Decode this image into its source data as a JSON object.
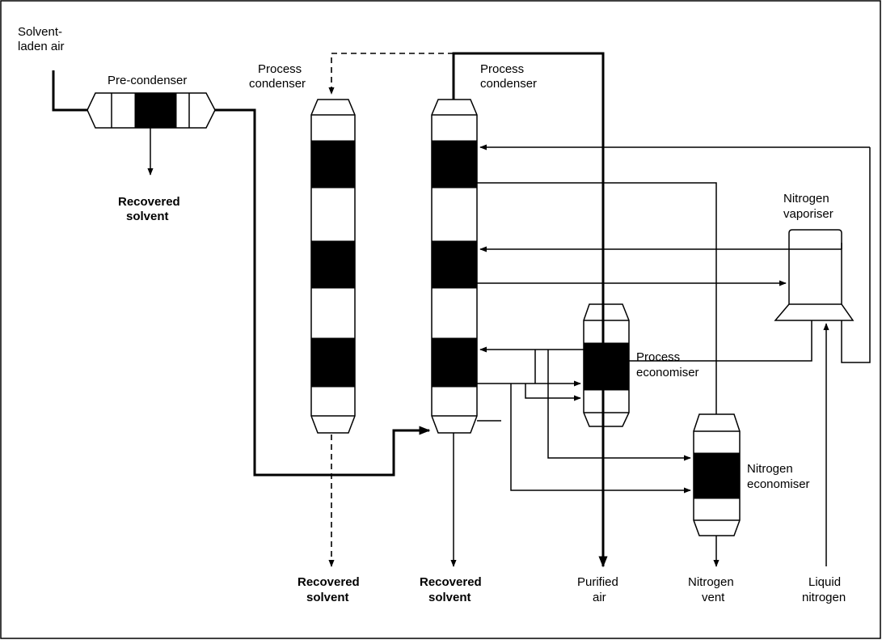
{
  "labels": {
    "solvent_laden_air_1": "Solvent-",
    "solvent_laden_air_2": "laden air",
    "pre_condenser": "Pre-condenser",
    "recovered_solvent_1a": "Recovered",
    "recovered_solvent_1b": "solvent",
    "process_condenser_left_1": "Process",
    "process_condenser_left_2": "condenser",
    "process_condenser_right_1": "Process",
    "process_condenser_right_2": "condenser",
    "nitrogen_vaporiser_1": "Nitrogen",
    "nitrogen_vaporiser_2": "vaporiser",
    "process_economiser_1": "Process",
    "process_economiser_2": "economiser",
    "nitrogen_economiser_1": "Nitrogen",
    "nitrogen_economiser_2": "economiser",
    "recovered_solvent_2a": "Recovered",
    "recovered_solvent_2b": "solvent",
    "recovered_solvent_3a": "Recovered",
    "recovered_solvent_3b": "solvent",
    "purified_air_1": "Purified",
    "purified_air_2": "air",
    "nitrogen_vent_1": "Nitrogen",
    "nitrogen_vent_2": "vent",
    "liquid_nitrogen_1": "Liquid",
    "liquid_nitrogen_2": "nitrogen"
  },
  "colors": {
    "line": "#000000",
    "background": "#ffffff"
  }
}
